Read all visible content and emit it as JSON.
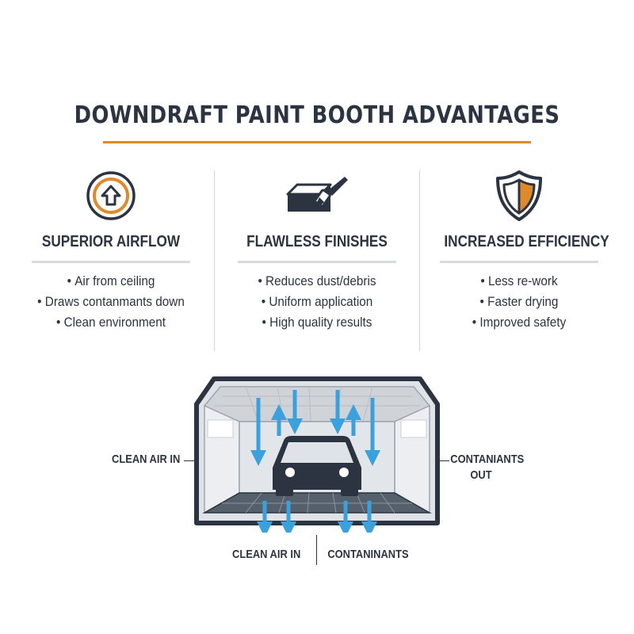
{
  "title": "DOWNDRAFT PAINT BOOTH ADVANTAGES",
  "colors": {
    "accent": "#e0892a",
    "dark": "#2b3440",
    "arrow": "#3aa1dc"
  },
  "columns": [
    {
      "icon": "upward-airflow-icon",
      "heading": "SUPERIOR AIRFLOW",
      "bullets": [
        "Air from ceiling",
        "Draws contanmants down",
        "Clean environment"
      ]
    },
    {
      "icon": "paint-brush-icon",
      "heading": "FLAWLESS FINISHES",
      "bullets": [
        "Reduces dust/debris",
        "Uniform application",
        "High quality results"
      ]
    },
    {
      "icon": "safety-shield-icon",
      "heading": "INCREASED EFFICIENCY",
      "bullets": [
        "Less re-work",
        "Faster drying",
        "Improved safety"
      ]
    }
  ],
  "diagram": {
    "label_left": "CLEAN AIR IN",
    "label_right_line1": "CONTANIANTS",
    "label_right_line2": "OUT",
    "label_bottom_left": "CLEAN AIR IN",
    "label_bottom_right": "CONTANINANTS"
  }
}
